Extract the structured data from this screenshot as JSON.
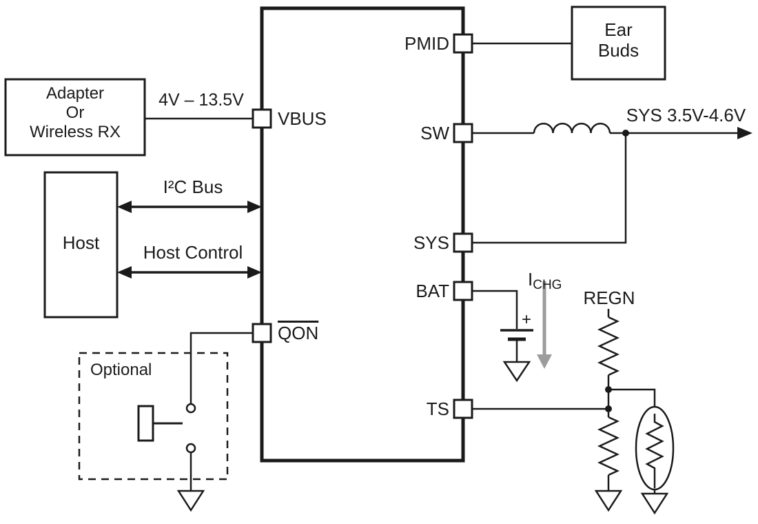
{
  "pins": {
    "vbus": "VBUS",
    "qon": "QON",
    "pmid": "PMID",
    "sw": "SW",
    "sys": "SYS",
    "bat": "BAT",
    "ts": "TS"
  },
  "adapter": {
    "line1": "Adapter",
    "line2": "Or",
    "line3": "Wireless RX"
  },
  "host": {
    "label": "Host"
  },
  "buses": {
    "i2c": "I²C Bus",
    "host_control": "Host Control"
  },
  "nets": {
    "vbus_range": "4V – 13.5V",
    "sys_out": "SYS 3.5V-4.6V",
    "regn": "REGN"
  },
  "earbuds": {
    "line1": "Ear",
    "line2": "Buds"
  },
  "battery": {
    "plus": "+"
  },
  "ichg": {
    "symbol": "I",
    "subscript": "CHG"
  },
  "optional": {
    "label": "Optional"
  },
  "colors": {
    "line": "#1a1a1a",
    "ichg_arrow": "#9c9c9c"
  }
}
